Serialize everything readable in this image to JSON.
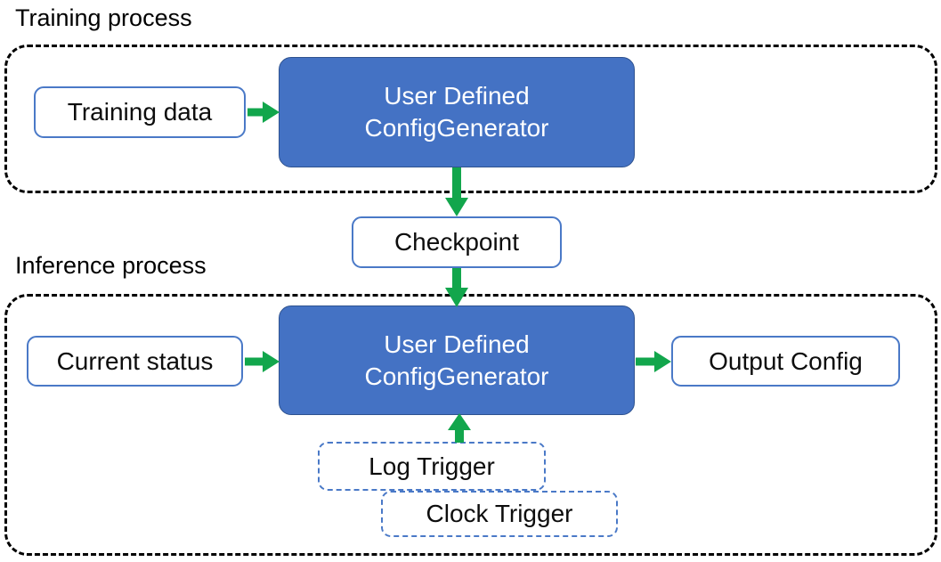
{
  "diagram": {
    "title_training": "Training process",
    "title_inference": "Inference process",
    "colors": {
      "accent_blue_fill": "#4472C4",
      "accent_blue_border": "#4A79C7",
      "arrow_green": "#12A64C",
      "container_dash": "#000000",
      "text_dark": "#0d0d0d",
      "text_light": "#ffffff",
      "background": "#ffffff"
    },
    "training_process": {
      "label": "Training process",
      "nodes": [
        {
          "id": "training-data",
          "label": "Training data",
          "style": "white-solid-rounded"
        },
        {
          "id": "generator-training",
          "label_line1": "User Defined",
          "label_line2": "ConfigGenerator",
          "style": "blue-filled-rounded"
        }
      ]
    },
    "checkpoint": {
      "id": "checkpoint",
      "label": "Checkpoint",
      "style": "white-solid-rounded"
    },
    "inference_process": {
      "label": "Inference process",
      "nodes": [
        {
          "id": "current-status",
          "label": "Current status",
          "style": "white-solid-rounded"
        },
        {
          "id": "generator-inference",
          "label_line1": "User Defined",
          "label_line2": "ConfigGenerator",
          "style": "blue-filled-rounded"
        },
        {
          "id": "output-config",
          "label": "Output Config",
          "style": "white-solid-rounded"
        },
        {
          "id": "log-trigger",
          "label": "Log Trigger",
          "style": "blue-dashed-rounded"
        },
        {
          "id": "clock-trigger",
          "label": "Clock Trigger",
          "style": "blue-dashed-rounded"
        }
      ]
    },
    "edges": [
      {
        "id": "edge-training-data-to-generator",
        "from": "training-data",
        "to": "generator-training",
        "direction": "right",
        "color": "#12A64C"
      },
      {
        "id": "edge-generator-to-checkpoint",
        "from": "generator-training",
        "to": "checkpoint",
        "direction": "down",
        "color": "#12A64C"
      },
      {
        "id": "edge-checkpoint-to-generator-inference",
        "from": "checkpoint",
        "to": "generator-inference",
        "direction": "down",
        "color": "#12A64C"
      },
      {
        "id": "edge-current-status-to-generator",
        "from": "current-status",
        "to": "generator-inference",
        "direction": "right",
        "color": "#12A64C"
      },
      {
        "id": "edge-generator-to-output-config",
        "from": "generator-inference",
        "to": "output-config",
        "direction": "right",
        "color": "#12A64C"
      },
      {
        "id": "edge-log-trigger-to-generator",
        "from": "log-trigger",
        "to": "generator-inference",
        "direction": "up",
        "color": "#12A64C"
      }
    ]
  }
}
